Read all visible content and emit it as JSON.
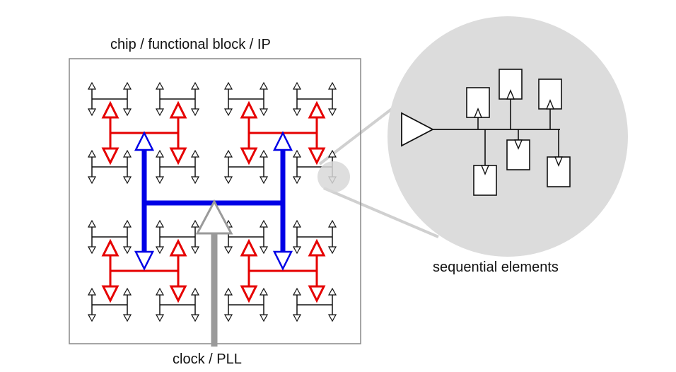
{
  "labels": {
    "chip": "chip / functional block / IP",
    "clock": "clock / PLL",
    "sequential": "sequential elements"
  },
  "colors": {
    "level1": "#0000e6",
    "level2": "#e60000",
    "trunk": "#9a9a9a",
    "leaf": "#111111",
    "zoom_fill": "#dcdcdc",
    "zoom_connector": "#d0d0d0"
  },
  "icons": {
    "clock_driver": "buffer-triangle-icon",
    "buffer": "buffer-triangle-icon",
    "leaf_buffer": "small-arrow-icon",
    "flip_flop": "register-box-icon"
  }
}
